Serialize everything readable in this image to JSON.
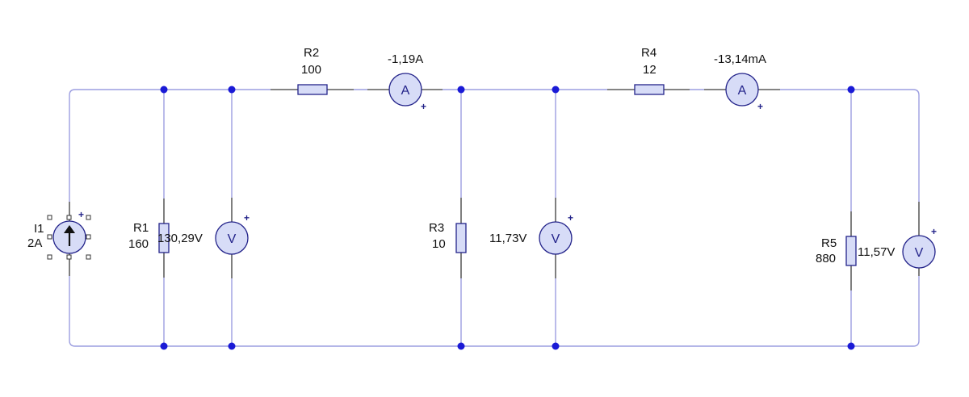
{
  "components": {
    "I1": {
      "name": "I1",
      "value": "2A"
    },
    "R1": {
      "name": "R1",
      "value": "160"
    },
    "R2": {
      "name": "R2",
      "value": "100"
    },
    "R3": {
      "name": "R3",
      "value": "10"
    },
    "R4": {
      "name": "R4",
      "value": "12"
    },
    "R5": {
      "name": "R5",
      "value": "880"
    }
  },
  "meters": {
    "V1": {
      "symbol": "V",
      "reading": "130,29V",
      "polarity": "+"
    },
    "A1": {
      "symbol": "A",
      "reading": "-1,19A",
      "polarity": "+"
    },
    "V2": {
      "symbol": "V",
      "reading": "11,73V",
      "polarity": "+"
    },
    "A2": {
      "symbol": "A",
      "reading": "-13,14mA",
      "polarity": "+"
    },
    "V3": {
      "symbol": "V",
      "reading": "11,57V",
      "polarity": "+"
    }
  },
  "source_polarity": "+",
  "colors": {
    "wire": "#9c9ee0",
    "node": "#1a1ad6",
    "component_fill": "#d7dcf7",
    "component_stroke": "#23238a"
  }
}
